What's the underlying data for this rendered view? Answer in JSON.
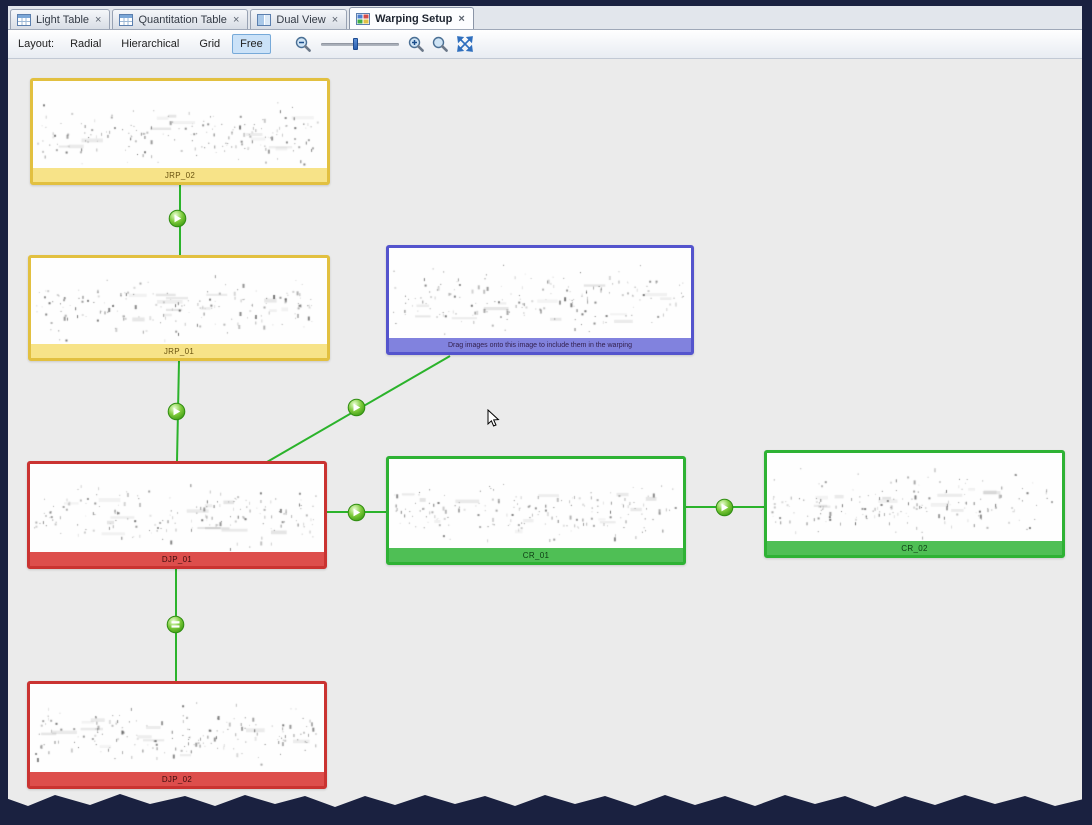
{
  "ui": {
    "close_glyph": "×"
  },
  "tabs": [
    {
      "label": "Light Table"
    },
    {
      "label": "Quantitation Table"
    },
    {
      "label": "Dual View"
    },
    {
      "label": "Warping Setup"
    }
  ],
  "toolbar": {
    "layout_label": "Layout:",
    "options": [
      "Radial",
      "Hierarchical",
      "Grid",
      "Free"
    ],
    "selected": "Free",
    "zoom_slider_percent": 42
  },
  "nodes": [
    {
      "label": "JRP_02",
      "color": "yellow"
    },
    {
      "label": "JRP_01",
      "color": "yellow"
    },
    {
      "label": "Drag images onto this image to include them in the warping",
      "color": "blue"
    },
    {
      "label": "DJP_01",
      "color": "red"
    },
    {
      "label": "CR_01",
      "color": "green"
    },
    {
      "label": "CR_02",
      "color": "green"
    },
    {
      "label": "DJP_02",
      "color": "red"
    }
  ],
  "colors": {
    "frame": "#1a2140",
    "canvas_bg": "#ebebeb",
    "selected_button_bg": "#cbe2f8",
    "edge_green": "#2bb32b",
    "node_yellow_border": "#e2c040",
    "node_blue_border": "#5454cd",
    "node_red_border": "#ca3331",
    "node_green_border": "#2eb234",
    "connector_green": "#55b520"
  }
}
